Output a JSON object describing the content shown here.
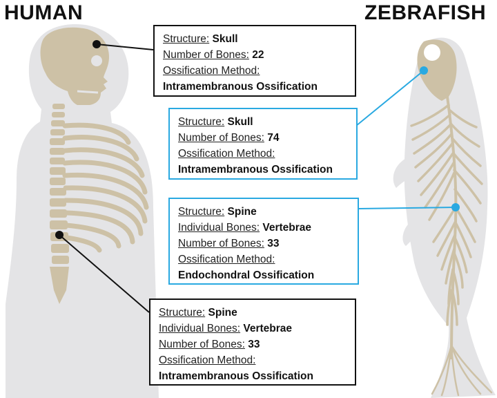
{
  "titles": {
    "left": "HUMAN",
    "right": "ZEBRAFISH"
  },
  "colors": {
    "bone": "#cdc1a6",
    "body": "#e4e4e6",
    "human_line": "#111111",
    "fish_line": "#29a9e1"
  },
  "boxes": {
    "human_skull": {
      "structure_label": "Structure:",
      "structure": "Skull",
      "number_label": "Number of Bones:",
      "number": "22",
      "method_label": "Ossification Method:",
      "method": "Intramembranous Ossification"
    },
    "fish_skull": {
      "structure_label": "Structure:",
      "structure": "Skull",
      "number_label": "Number of Bones:",
      "number": "74",
      "method_label": "Ossification Method:",
      "method": "Intramembranous Ossification"
    },
    "fish_spine": {
      "structure_label": "Structure:",
      "structure": "Spine",
      "individual_label": "Individual Bones:",
      "individual": "Vertebrae",
      "number_label": "Number of Bones:",
      "number": "33",
      "method_label": "Ossification Method:",
      "method": "Endochondral Ossification"
    },
    "human_spine": {
      "structure_label": "Structure:",
      "structure": "Spine",
      "individual_label": "Individual Bones:",
      "individual": "Vertebrae",
      "number_label": "Number of Bones:",
      "number": "33",
      "method_label": "Ossification Method:",
      "method": "Intramembranous Ossification"
    }
  }
}
